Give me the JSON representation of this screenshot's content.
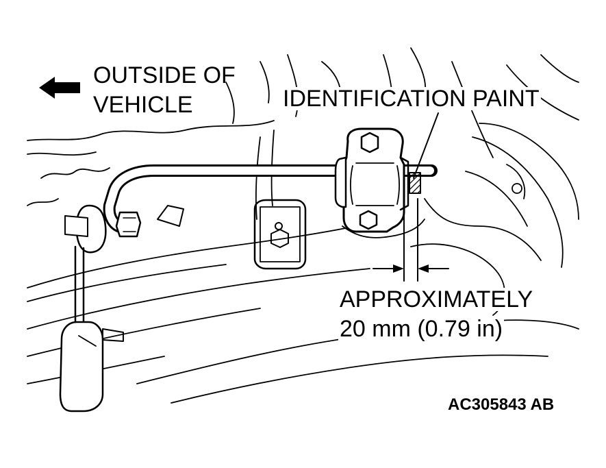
{
  "labels": {
    "direction_line1": "OUTSIDE OF",
    "direction_line2": "VEHICLE",
    "paint": "IDENTIFICATION PAINT",
    "distance_line1": "APPROXIMATELY",
    "distance_line2": "20 mm (0.79 in)",
    "figure_code": "AC305843 AB"
  },
  "icons": {
    "direction_arrow": "arrow-left-icon"
  },
  "colors": {
    "line": "#000000",
    "background": "#ffffff"
  }
}
